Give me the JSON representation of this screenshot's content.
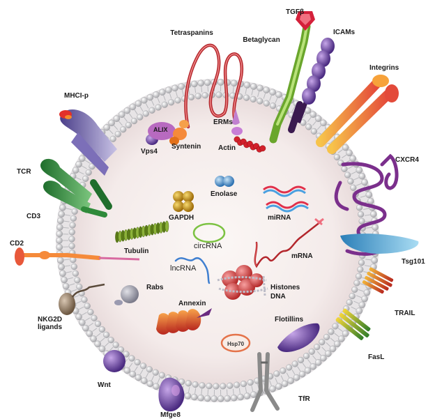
{
  "labels": {
    "tgfb": "TGFβ",
    "tetraspanins": "Tetraspanins",
    "betaglycan": "Betaglycan",
    "icams": "ICAMs",
    "integrins": "Integrins",
    "mhci": "MHCI-p",
    "alix": "ALIX",
    "erms": "ERMs",
    "vps4": "Vps4",
    "syntenin": "Syntenin",
    "actin": "Actin",
    "cxcr4": "CXCR4",
    "tcr": "TCR",
    "cd3": "CD3",
    "enolase": "Enolase",
    "gapdh": "GAPDH",
    "mirna": "miRNA",
    "cd2": "CD2",
    "tubulin": "Tubulin",
    "circrna": "circRNA",
    "mrna": "mRNA",
    "tsg101": "Tsg101",
    "lncrna": "lncRNA",
    "rabs": "Rabs",
    "histones": "Histones",
    "dna": "DNA",
    "nkg2d_1": "NKG2D",
    "nkg2d_2": "ligands",
    "annexin": "Annexin",
    "trail": "TRAIL",
    "flotillins": "Flotillins",
    "hsp70": "Hsp70",
    "fasl": "FasL",
    "wnt": "Wnt",
    "tfr": "TfR",
    "mfge8": "Mfge8"
  },
  "colors": {
    "membrane_head": "#c9c9cc",
    "lumen": "#f6efee",
    "tetraspanin": "#b3262c",
    "betaglycan": "#8dc63f",
    "icam": "#5b2a6e",
    "integrin": "#f39a2b",
    "mhc": "#6b5fa8",
    "tcr": "#2f8a3a",
    "cxcr4": "#7b2f8c",
    "tsg101": "#5aa9d6",
    "trail": "#c8451f",
    "fasl": "#4a9a36",
    "actin": "#d3212c",
    "gapdh": "#c89a10",
    "tubulin": "#6c8a1e",
    "circrna": "#7cc242",
    "lncrna": "#3f7fd0",
    "mrna": "#b3262c",
    "wnt": "#6a4aa0",
    "mfge8": "#8a3a9a",
    "annexin": "#d9542a"
  }
}
